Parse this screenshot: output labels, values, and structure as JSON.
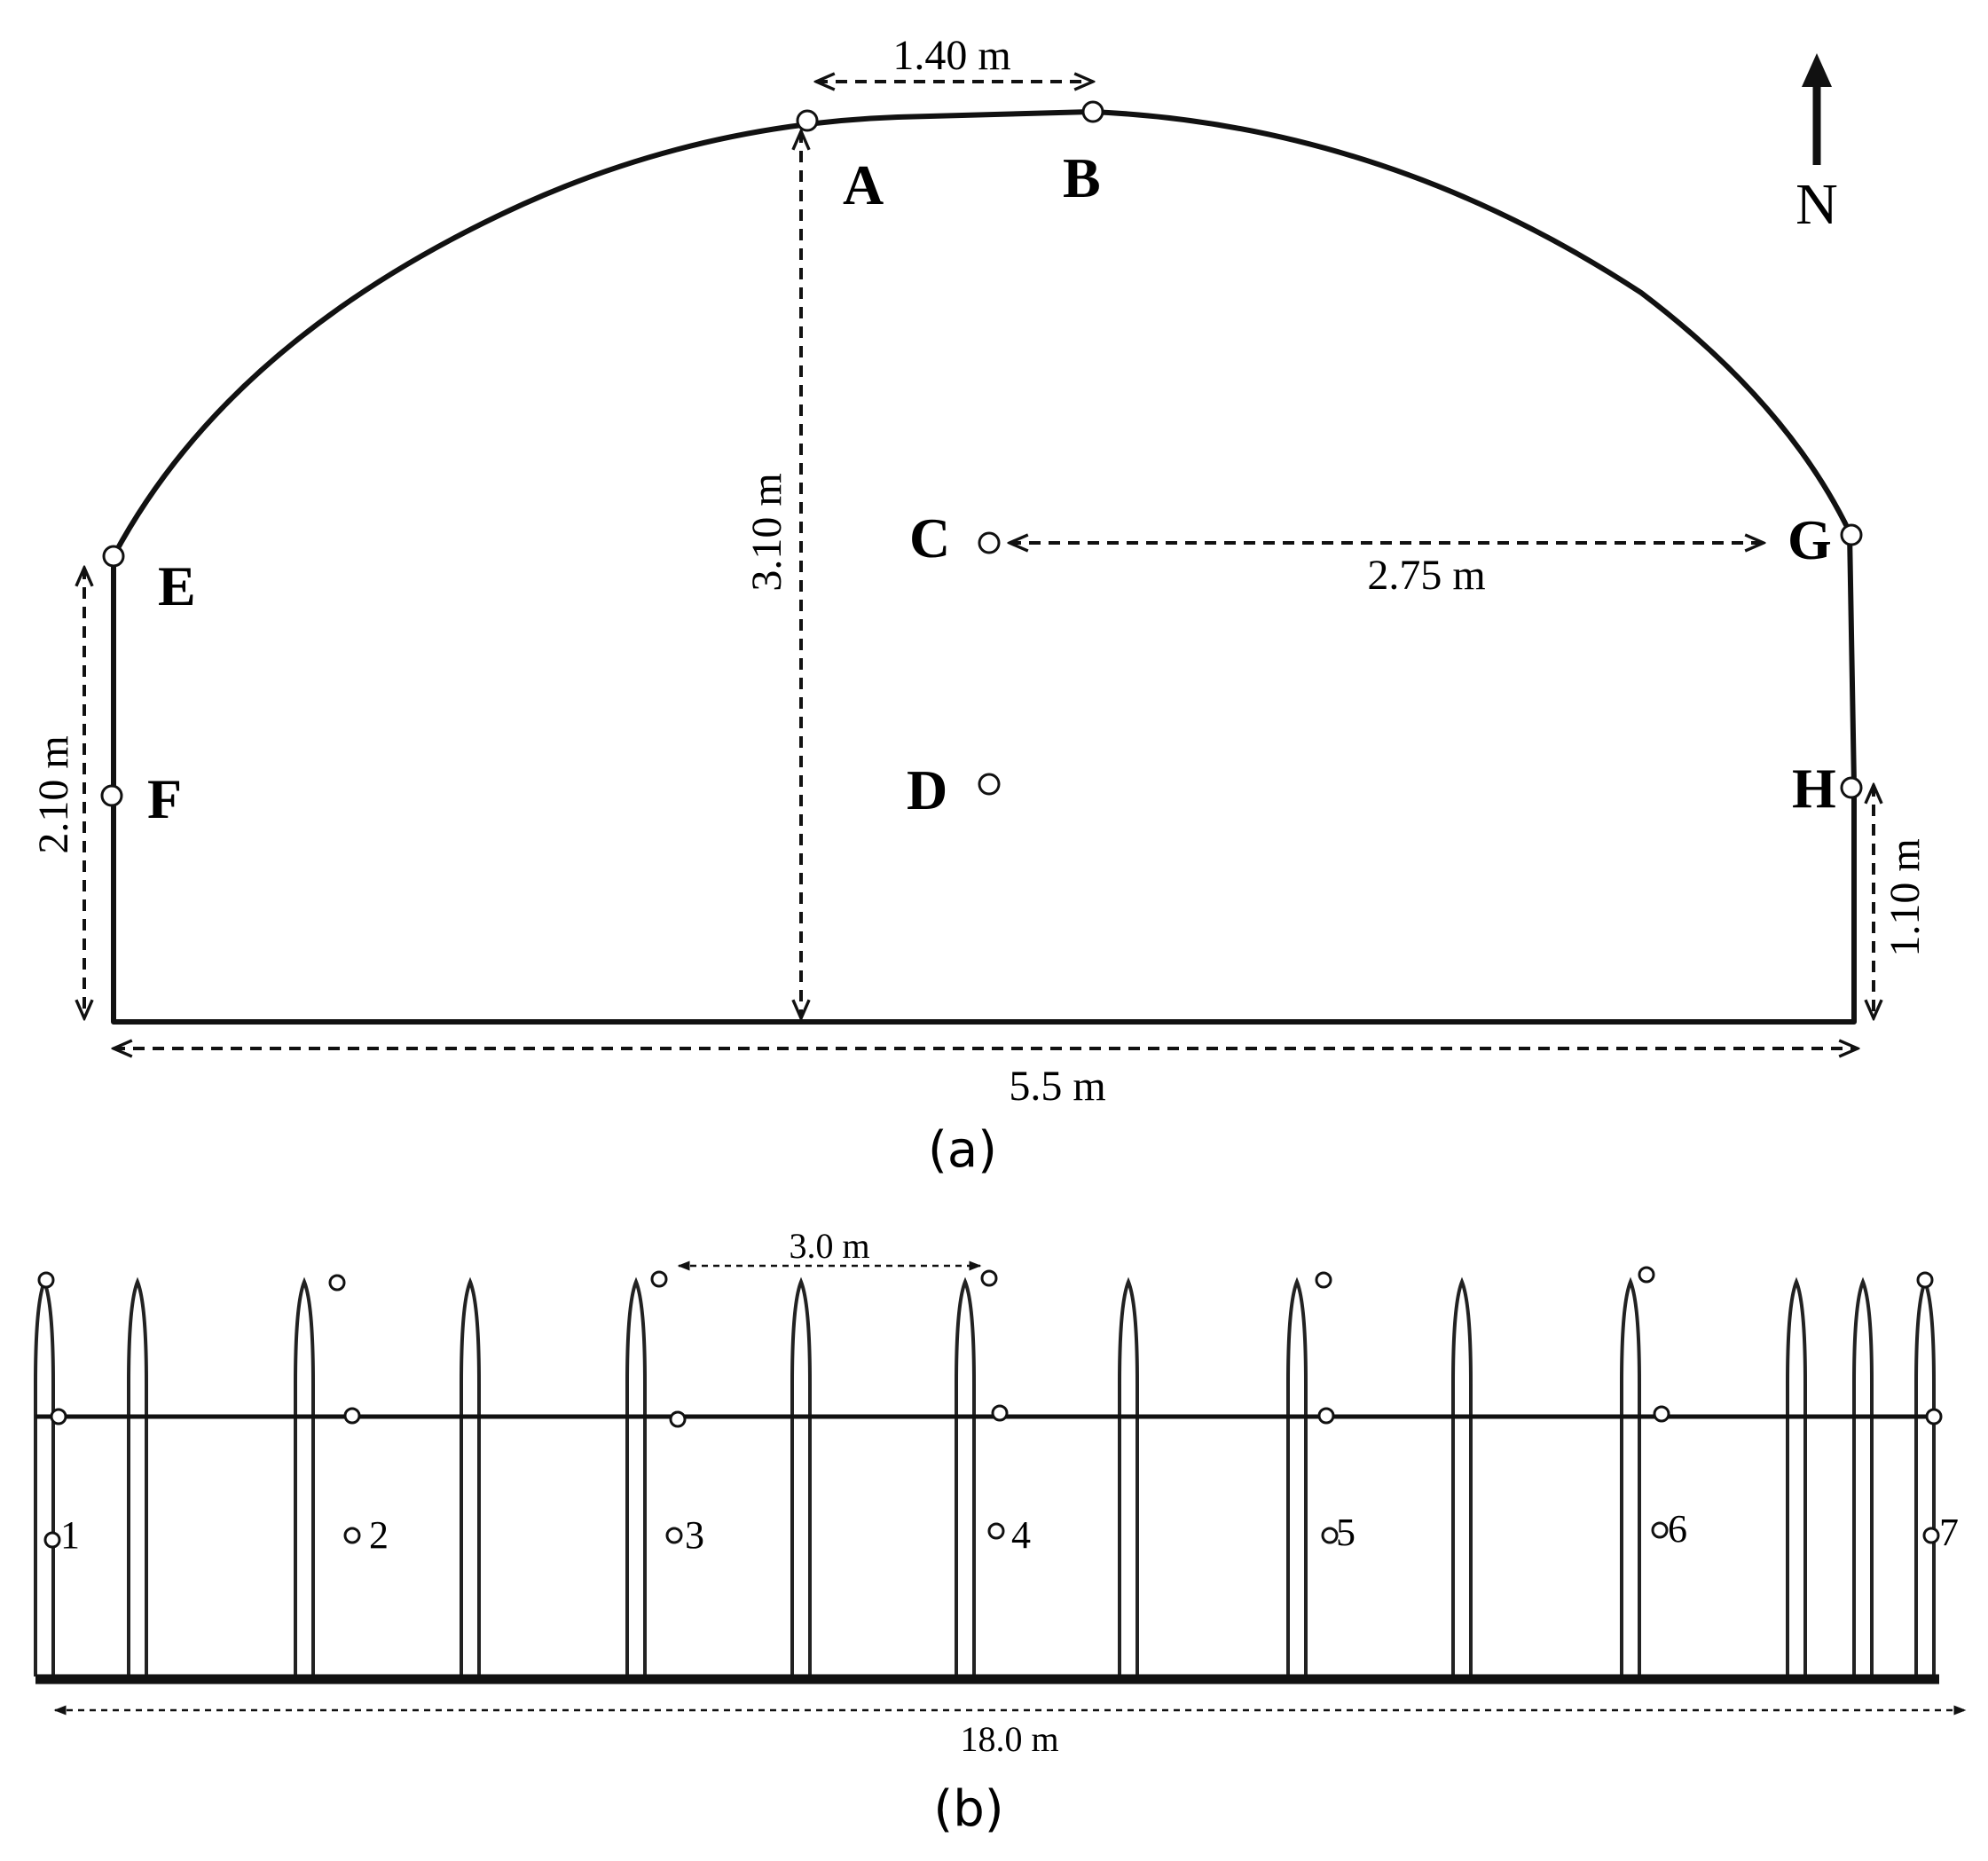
{
  "panel_a": {
    "caption": "(a)",
    "north_label": "N",
    "points": {
      "A": "A",
      "B": "B",
      "C": "C",
      "D": "D",
      "E": "E",
      "F": "F",
      "G": "G",
      "H": "H"
    },
    "dimensions": {
      "ab_spacing": "1.40 m",
      "peak_height": "3.10 m",
      "center_to_wall": "2.75 m",
      "left_wall_height": "2.10 m",
      "right_sensor_height": "1.10 m",
      "width": "5.5 m"
    }
  },
  "panel_b": {
    "caption": "(b)",
    "positions": [
      "1",
      "2",
      "3",
      "4",
      "5",
      "6",
      "7"
    ],
    "dimensions": {
      "arch_spacing": "3.0 m",
      "length": "18.0 m"
    }
  },
  "colors": {
    "line": "#111111",
    "marker_fill": "#ffffff",
    "background": "#ffffff"
  }
}
